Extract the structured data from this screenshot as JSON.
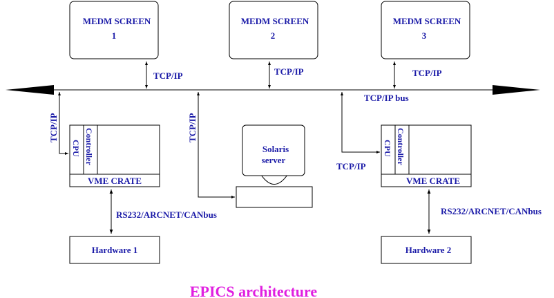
{
  "diagram": {
    "title": "EPICS architecture",
    "screens": [
      {
        "name": "MEDM SCREEN",
        "num": "1"
      },
      {
        "name": "MEDM SCREEN",
        "num": "2"
      },
      {
        "name": "MEDM SCREEN",
        "num": "3"
      }
    ],
    "tcpip": "TCP/IP",
    "bus_label": "TCP/IP bus",
    "crate_label": "VME CRATE",
    "cpu_label": "CPU",
    "controller_label": "Controller",
    "server": {
      "line1": "Solaris",
      "line2": "server"
    },
    "fieldbus_label": "RS232/ARCNET/CANbus",
    "hardware": [
      "Hardware 1",
      "Hardware 2"
    ],
    "colors": {
      "label": "#1c1ca8",
      "title": "#e020e0",
      "line": "#000000"
    }
  }
}
